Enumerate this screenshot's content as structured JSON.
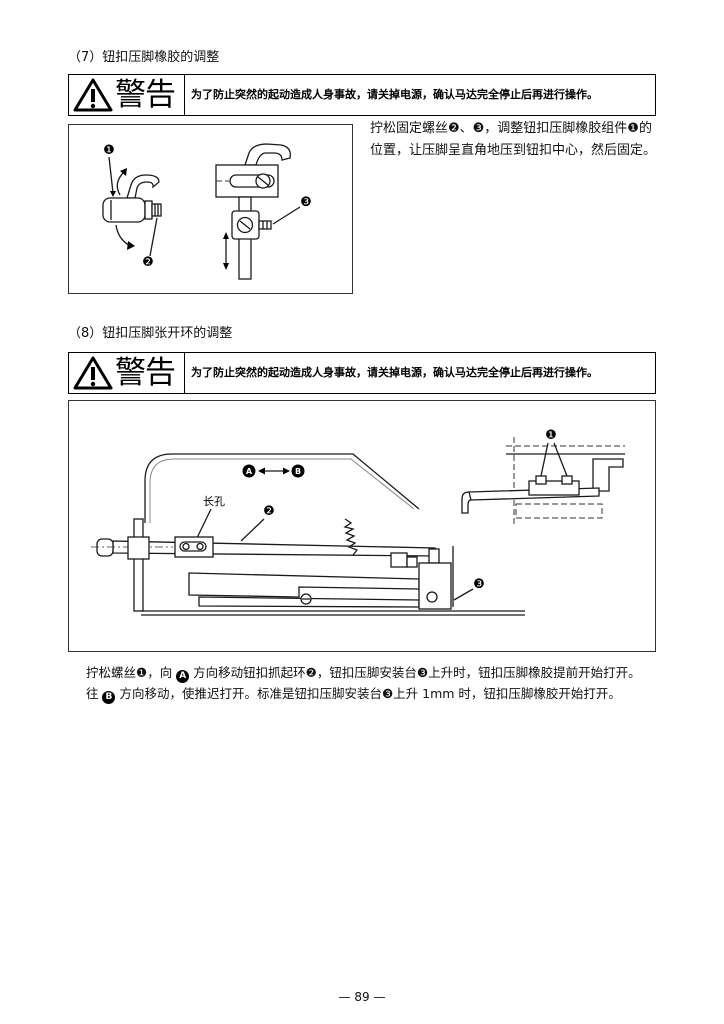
{
  "section_7": {
    "heading": "（7）钮扣压脚橡胶的调整",
    "warning": {
      "title": "警告",
      "message": "为了防止突然的起动造成人身事故，请关掉电源，确认马达完全停止后再进行操作。"
    },
    "figure": {
      "callouts": [
        "❶",
        "❷",
        "❸"
      ]
    },
    "text_lines": [
      "拧松固定螺丝❷、❸，调整钮扣压脚橡胶组件❶的",
      "位置，让压脚呈直角地压到钮扣中心，然后固定。"
    ]
  },
  "section_8": {
    "heading": "（8）钮扣压脚张开环的调整",
    "warning": {
      "title": "警告",
      "message": "为了防止突然的起动造成人身事故，请关掉电源，确认马达完全停止后再进行操作。"
    },
    "figure": {
      "callouts": [
        "❶",
        "❷",
        "❸"
      ],
      "slot_label": "长孔",
      "direction_labels": [
        "A",
        "B"
      ]
    },
    "text_lines": [
      [
        "拧松螺丝❶，向 ",
        "A",
        " 方向移动钮扣抓起环❷，钮扣压脚安装台❸上升时，钮扣压脚橡胶提前开始打开。"
      ],
      [
        "往 ",
        "B",
        " 方向移动，使推迟打开。标准是钮扣压脚安装台❸上升 1mm 时，钮扣压脚橡胶开始打开。"
      ]
    ]
  },
  "page_number": "— 89 —"
}
